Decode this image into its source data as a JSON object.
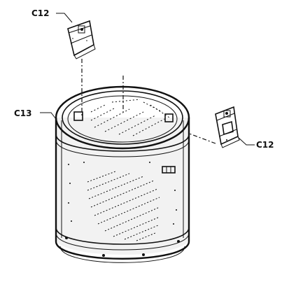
{
  "callouts": {
    "top_bracket": "C12",
    "right_bracket": "C12",
    "drum": "C13"
  },
  "colors": {
    "ink": "#111111",
    "background": "#ffffff"
  }
}
